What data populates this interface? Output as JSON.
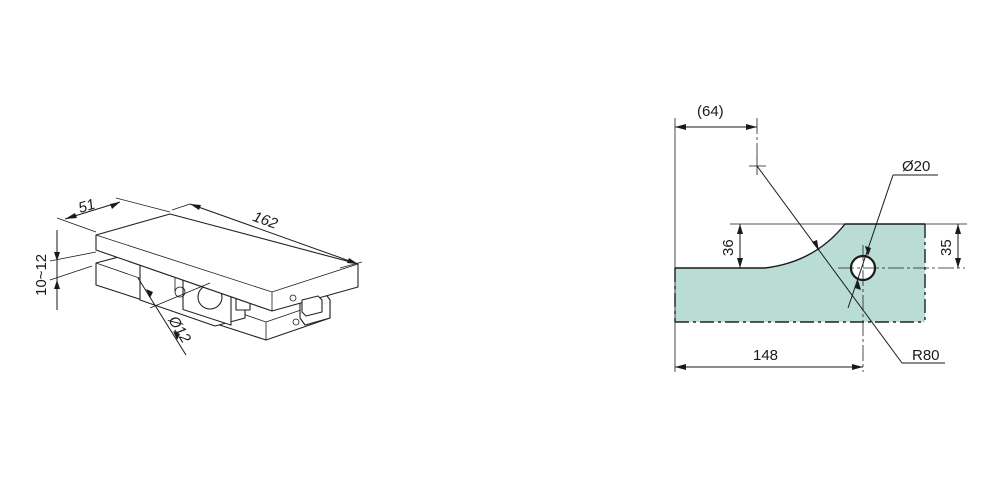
{
  "title": "Glass clamp hinge technical drawing",
  "isometric_view": {
    "dimensions": {
      "width": "51",
      "length": "162",
      "glass_thickness": "10~12",
      "pin_diameter": "Ø12"
    }
  },
  "glass_profile_view": {
    "colors": {
      "glass_fill": "#b9ddd5",
      "line": "#1a1a1a"
    },
    "dimensions": {
      "offset": "(64)",
      "hole_diameter": "Ø20",
      "notch_depth": "36",
      "hole_offset_vertical": "35",
      "hole_offset_horizontal": "148",
      "radius": "R80"
    }
  }
}
